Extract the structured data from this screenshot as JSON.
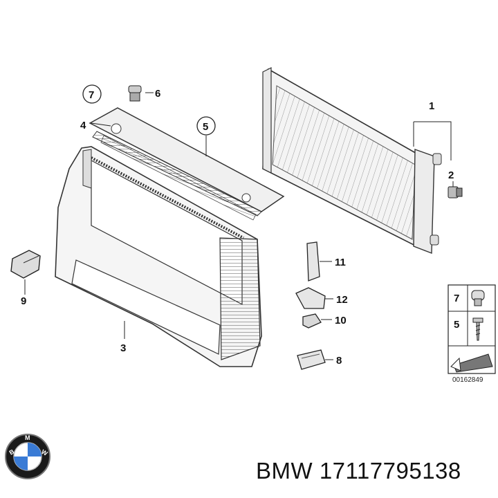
{
  "callouts": [
    {
      "label": "1"
    },
    {
      "label": "2"
    },
    {
      "label": "3"
    },
    {
      "label": "4"
    },
    {
      "label": "5"
    },
    {
      "label": "6"
    },
    {
      "label": "7"
    },
    {
      "label": "8"
    },
    {
      "label": "9"
    },
    {
      "label": "10"
    },
    {
      "label": "11"
    },
    {
      "label": "12"
    }
  ],
  "circled": {
    "top7": "7",
    "top5": "5"
  },
  "legend": {
    "item7": "7",
    "item5": "5"
  },
  "diagram_ref": "00162849",
  "brand_logo_text": "BMW",
  "part_number": "BMW 17117795138"
}
